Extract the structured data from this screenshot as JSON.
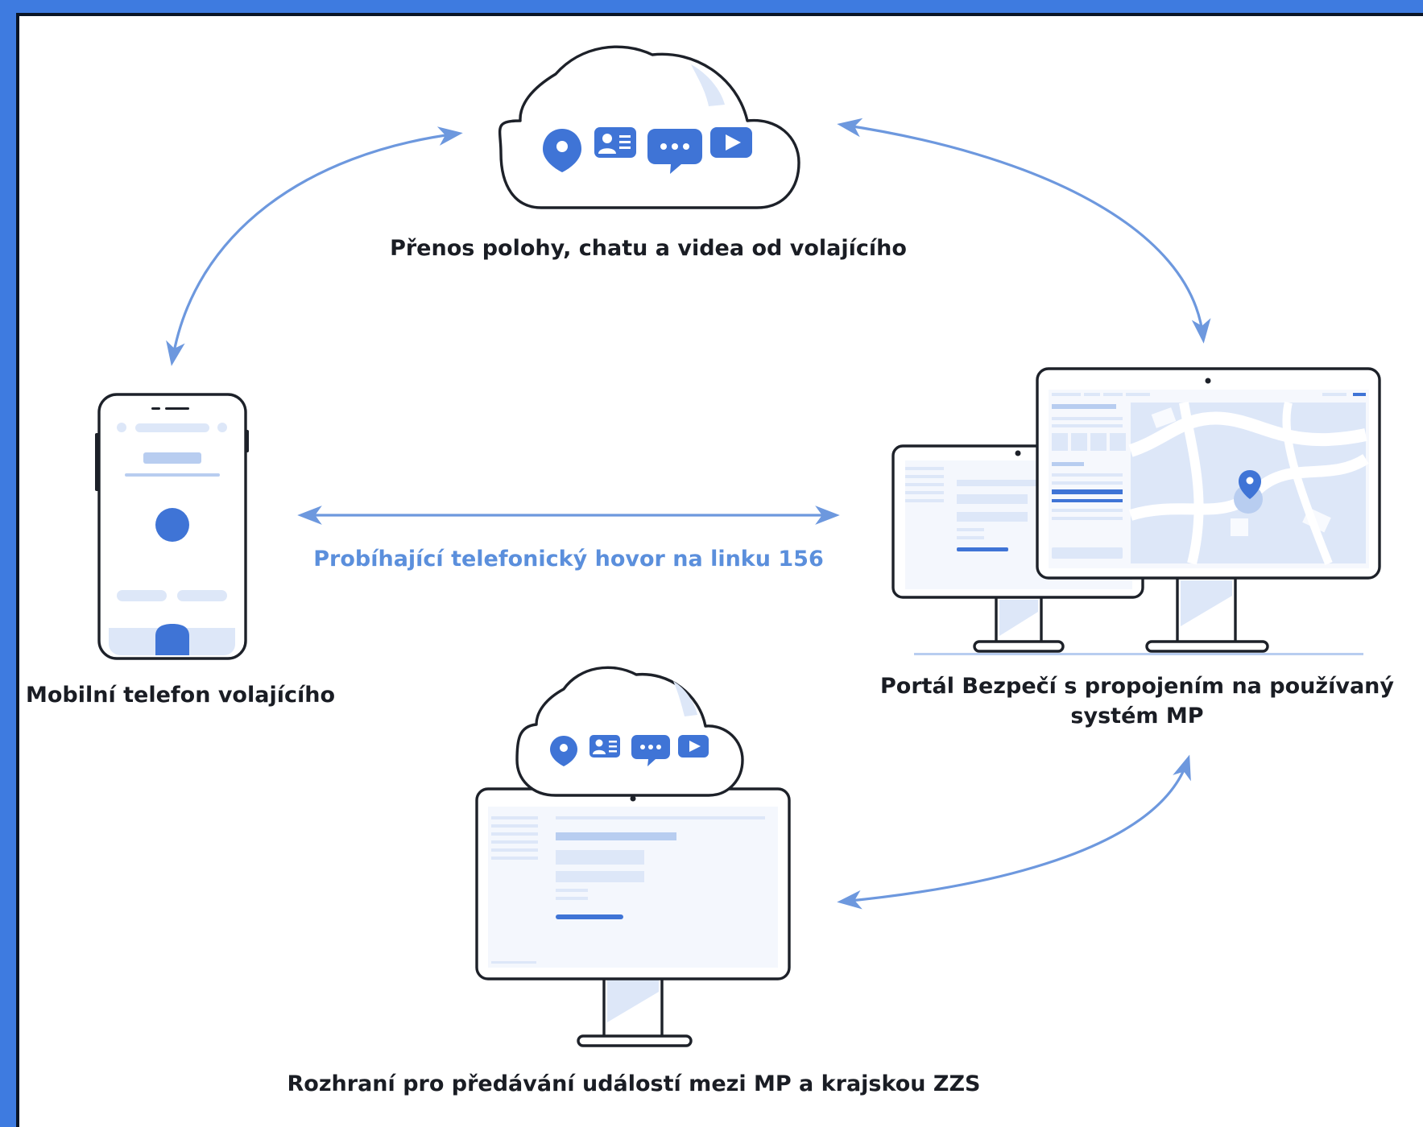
{
  "diagram": {
    "cloud_label": "Přenos polohy, chatu a videa od volajícího",
    "phone_label": "Mobilní telefon volajícího",
    "call_label": "Probíhající telefonický hovor na linku 156",
    "portal_label_line1": "Portál Bezpečí s propojením na používaný",
    "portal_label_line2": "systém MP",
    "interface_label": "Rozhraní pro předávání událostí mezi MP a krajskou ZZS"
  },
  "icons": [
    "location-pin-icon",
    "contact-card-icon",
    "chat-bubble-icon",
    "video-play-icon"
  ],
  "colors": {
    "frame": "#3e7be0",
    "accent": "#3f74d6",
    "arrow": "#6d98de",
    "light_fill": "#dde7f8",
    "outline": "#1d2129"
  }
}
